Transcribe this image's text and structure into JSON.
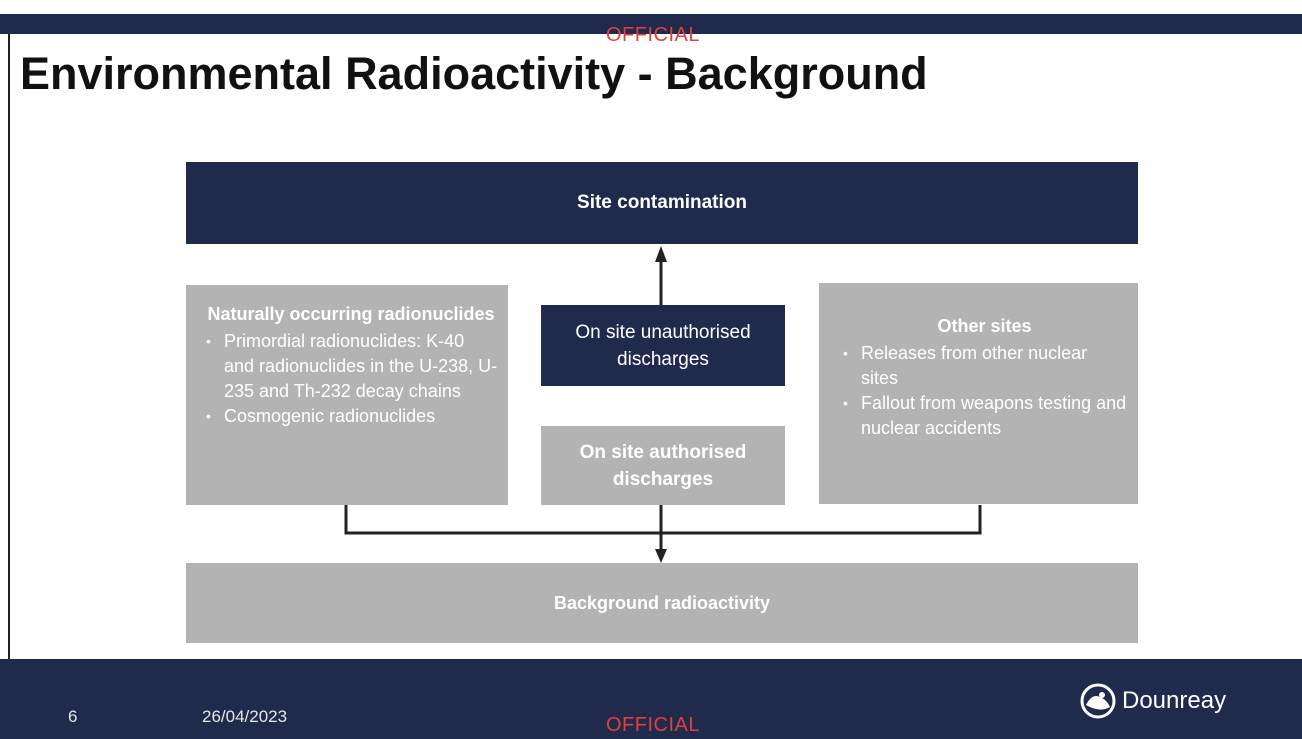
{
  "slide": {
    "marking_top": "OFFICIAL",
    "marking_bottom": "OFFICIAL",
    "title": "Environmental Radioactivity - Background"
  },
  "diagram": {
    "site_contamination": "Site contamination",
    "unauthorised": "On site unauthorised discharges",
    "authorised": "On site authorised discharges",
    "background": "Background radioactivity",
    "natural": {
      "heading": "Naturally occurring radionuclides",
      "items": [
        "Primordial radionuclides: K-40 and radionuclides in the U-238, U-235 and Th-232 decay chains",
        "Cosmogenic radionuclides"
      ]
    },
    "other": {
      "heading": "Other sites",
      "items": [
        "Releases from other nuclear sites",
        "Fallout from weapons testing and nuclear accidents"
      ]
    }
  },
  "footer": {
    "page_number": "6",
    "date": "26/04/2023",
    "logo_text": "Dounreay"
  },
  "colors": {
    "navy": "#1f2a4d",
    "grey_box": "#b3b3b3",
    "official_red": "#e0403a"
  }
}
